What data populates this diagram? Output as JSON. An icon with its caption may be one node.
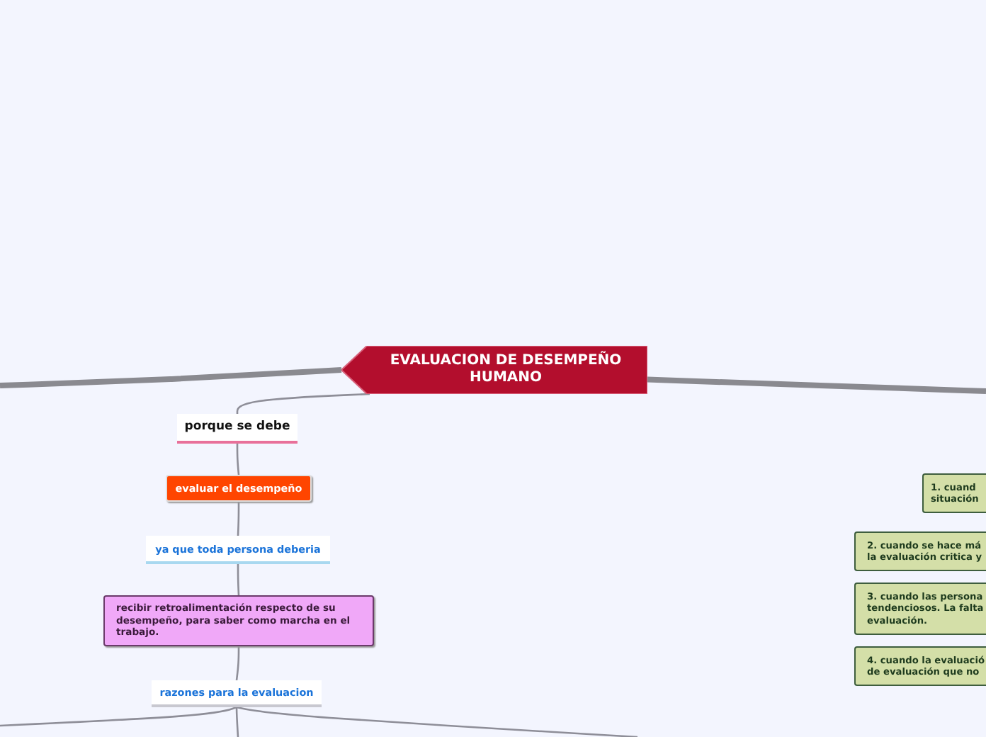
{
  "diagram": {
    "nodes": [
      {
        "text": [
          "EVALUACION DE DESEMPEÑO HUMANO"
        ]
      },
      {
        "text": [
          "porque se debe"
        ]
      },
      {
        "text": [
          "evaluar el desempeño"
        ]
      },
      {
        "text": [
          "ya que toda persona deberia"
        ]
      },
      {
        "text": [
          "recibir retroalimentación respecto de su desempeño, para saber como marcha en el trabajo."
        ]
      },
      {
        "text": [
          "razones para la evaluacion"
        ]
      },
      {
        "text": [
          "1. cuand situación"
        ]
      },
      {
        "text": [
          "2. cuando se hace má la evaluación critica y"
        ]
      },
      {
        "text": [
          "3. cuando las persona tendenciosos. La falta evaluación."
        ]
      },
      {
        "text": [
          "4. cuando la evaluació de evaluación que no"
        ]
      }
    ],
    "edges": [
      {
        "from": 0,
        "to": null,
        "arrow": "none",
        "style": "thick"
      },
      {
        "from": 0,
        "to": null,
        "arrow": "none",
        "style": "thick"
      },
      {
        "from": 0,
        "to": 1,
        "arrow": "none"
      },
      {
        "from": 1,
        "to": 2,
        "arrow": "none"
      },
      {
        "from": 2,
        "to": 3,
        "arrow": "none"
      },
      {
        "from": 3,
        "to": 4,
        "arrow": "none"
      },
      {
        "from": 4,
        "to": 5,
        "arrow": "none"
      },
      {
        "from": 5,
        "to": null,
        "arrow": "none"
      },
      {
        "from": 5,
        "to": null,
        "arrow": "none"
      },
      {
        "from": 5,
        "to": null,
        "arrow": "none"
      }
    ]
  }
}
